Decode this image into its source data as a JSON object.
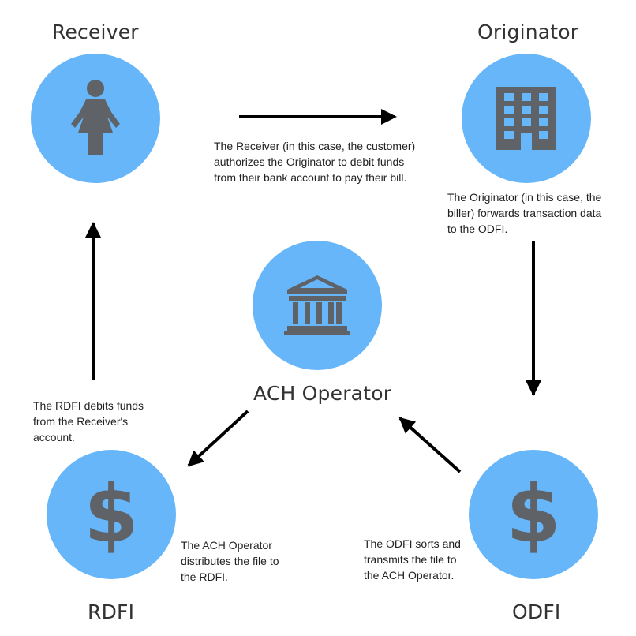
{
  "nodes": {
    "receiver": {
      "title": "Receiver",
      "icon": "woman-icon",
      "text": "The Receiver (in this case, the customer) authorizes the Originator to debit funds from their bank account to pay their bill."
    },
    "originator": {
      "title": "Originator",
      "icon": "office-building-icon",
      "text": "The Originator (in this case, the biller) forwards transaction data to the ODFI."
    },
    "ach_operator": {
      "title": "ACH Operator",
      "icon": "bank-icon"
    },
    "rdfi": {
      "title": "RDFI",
      "icon": "dollar-icon",
      "symbol": "$",
      "text": "The RDFI debits funds from the Receiver's account."
    },
    "odfi": {
      "title": "ODFI",
      "icon": "dollar-icon",
      "symbol": "$",
      "text": "The ODFI sorts and transmits the file to the ACH Operator."
    }
  },
  "ach_operator_distribution_text": "The ACH Operator distributes the file to the RDFI.",
  "colors": {
    "circle": "#66b6f9",
    "icon": "#5f6368",
    "arrow": "#000000"
  }
}
